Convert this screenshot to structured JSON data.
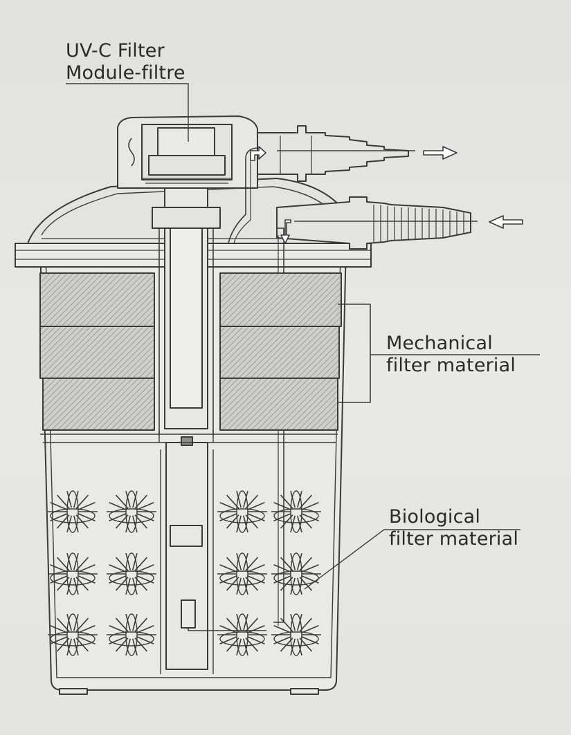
{
  "labels": {
    "uvc": {
      "line1": "UV-C Filter",
      "line2": "Module-filtre"
    },
    "mechanical": {
      "line1": "Mechanical",
      "line2": "filter material"
    },
    "biological": {
      "line1": "Biological",
      "line2": "filter material"
    }
  },
  "colors": {
    "background": "#e6e7e2",
    "line": "#3a3a3a",
    "media_fill": "#c9cac4",
    "body_fill": "#e9eae5"
  },
  "icons": [
    "outlet-arrow-icon",
    "inlet-arrow-icon",
    "flow-arrow-icon"
  ]
}
